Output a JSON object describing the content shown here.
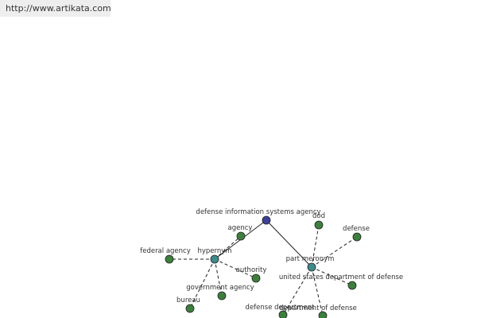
{
  "url": "http://www.artikata.com",
  "colors": {
    "root": "#3f3f98",
    "hub": "#3f8a8a",
    "leaf": "#3d7f3d"
  },
  "graph": {
    "root": "defense information systems agency",
    "hubs": {
      "hypernym": "hypernym",
      "part_meronym": "part meronym"
    },
    "hypernym_children": {
      "agency": "agency",
      "federal_agency": "federal agency",
      "authority": "authority",
      "government_agency": "government agency",
      "bureau": "bureau"
    },
    "meronym_children": {
      "dod": "dod",
      "defense": "defense",
      "usdod": "united states department of defense",
      "defense_department": "defense department",
      "department_of_defense": "department of defense"
    }
  }
}
